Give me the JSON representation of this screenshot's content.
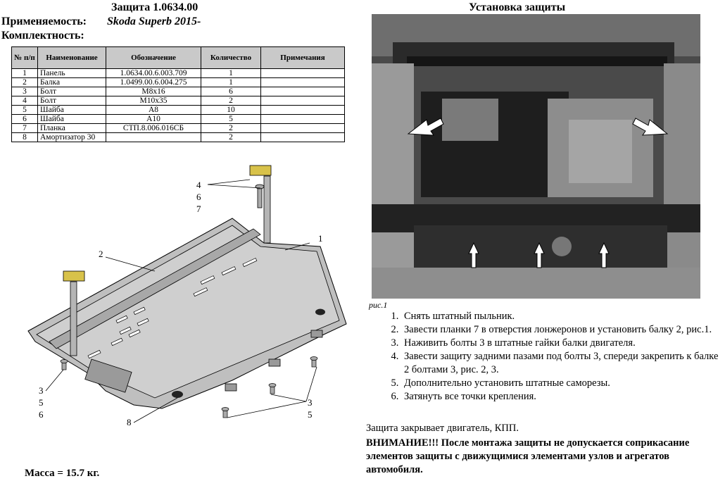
{
  "header": {
    "doc_title": "Защита 1.0634.00",
    "applicability_label": "Применяемость:",
    "applicability_value": "Skoda Superb 2015-",
    "kit_label": "Комплектность:"
  },
  "parts_table": {
    "columns": [
      "№ п/п",
      "Наименование",
      "Обозначение",
      "Количество",
      "Примечания"
    ],
    "rows": [
      {
        "n": "1",
        "name": "Панель",
        "code": "1.0634.00.6.003.709",
        "qty": "1",
        "note": ""
      },
      {
        "n": "2",
        "name": "Балка",
        "code": "1.0499.00.6.004.275",
        "qty": "1",
        "note": ""
      },
      {
        "n": "3",
        "name": "Болт",
        "code": "М8х16",
        "qty": "6",
        "note": ""
      },
      {
        "n": "4",
        "name": "Болт",
        "code": "М10х35",
        "qty": "2",
        "note": ""
      },
      {
        "n": "5",
        "name": "Шайба",
        "code": "А8",
        "qty": "10",
        "note": ""
      },
      {
        "n": "6",
        "name": "Шайба",
        "code": "А10",
        "qty": "5",
        "note": ""
      },
      {
        "n": "7",
        "name": "Планка",
        "code": "СТП.8.006.016СБ",
        "qty": "2",
        "note": ""
      },
      {
        "n": "8",
        "name": "Амортизатор 30",
        "code": "",
        "qty": "2",
        "note": ""
      }
    ]
  },
  "drawing": {
    "callouts": {
      "top_right_group": [
        "4",
        "6",
        "7"
      ],
      "panel": "1",
      "beam": "2",
      "left_group": [
        "3",
        "5",
        "6"
      ],
      "bottom_right_group": [
        "3",
        "5"
      ],
      "damper": "8"
    }
  },
  "installation": {
    "title": "Установка защиты",
    "figure_caption": "рис.1",
    "steps": [
      "Снять штатный пыльник.",
      "Завести планки  7  в отверстия лонжеронов  и установить балку 2, рис.1.",
      "Наживить болты 3 в штатные гайки балки двигателя.",
      "Завести защиту задними пазами под болты 3, спереди закрепить к балке 2 болтами 3, рис. 2, 3.",
      "Дополнительно установить штатные саморезы.",
      "Затянуть все точки крепления."
    ],
    "protects_note": "Защита закрывает двигатель, КПП.",
    "warning": "ВНИМАНИЕ!!! После монтажа защиты не допускается соприкасание элементов защиты с движущимися элементами узлов и агрегатов автомобиля."
  },
  "footer": {
    "mass": "Масса = 15.7 кг."
  },
  "colors": {
    "table_header_bg": "#c9c9c9",
    "panel_fill": "#bdbdbd",
    "photo_bg": "#3a3a3a"
  }
}
